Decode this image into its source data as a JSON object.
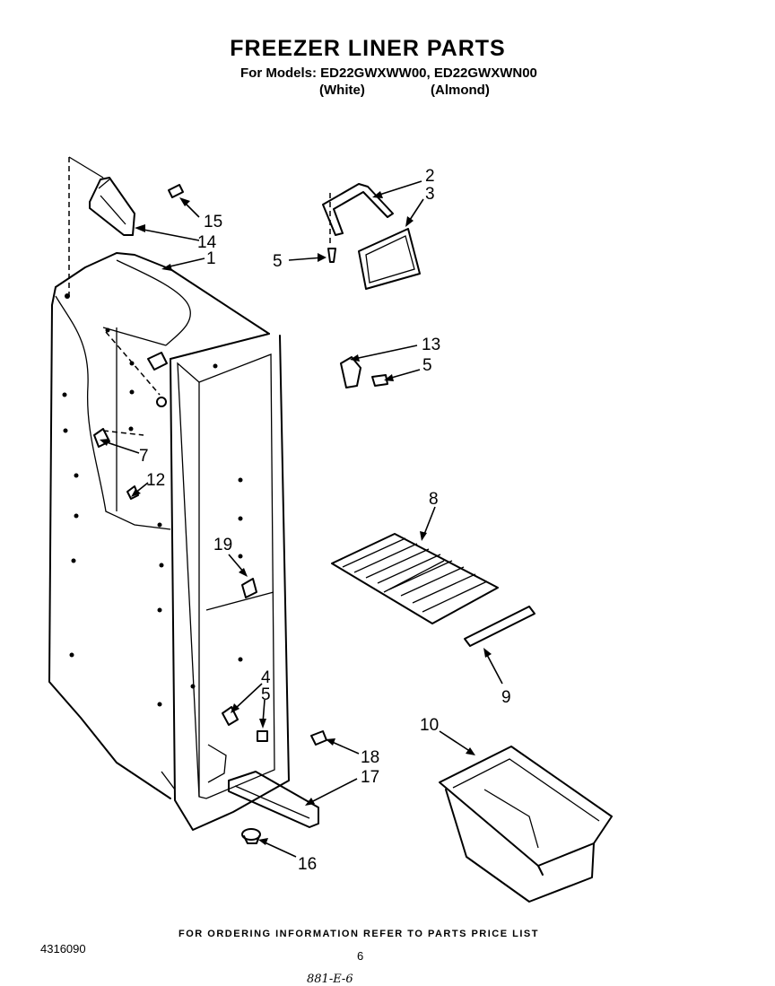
{
  "header": {
    "title": "FREEZER LINER PARTS",
    "subtitle": "For Models: ED22GWXWW00, ED22GWXWN00",
    "variant_white": "(White)",
    "variant_almond": "(Almond)"
  },
  "callouts": {
    "c1": "1",
    "c2": "2",
    "c3": "3",
    "c4": "4",
    "c5a": "5",
    "c5b": "5",
    "c5c": "5",
    "c7": "7",
    "c8": "8",
    "c9": "9",
    "c10": "10",
    "c12": "12",
    "c13": "13",
    "c14": "14",
    "c15": "15",
    "c16": "16",
    "c17": "17",
    "c18": "18",
    "c19": "19"
  },
  "footer": {
    "ordering_note": "FOR ORDERING INFORMATION REFER TO PARTS PRICE LIST",
    "doc_number": "4316090",
    "page_number": "6",
    "handwritten_note": "881-E-6"
  }
}
